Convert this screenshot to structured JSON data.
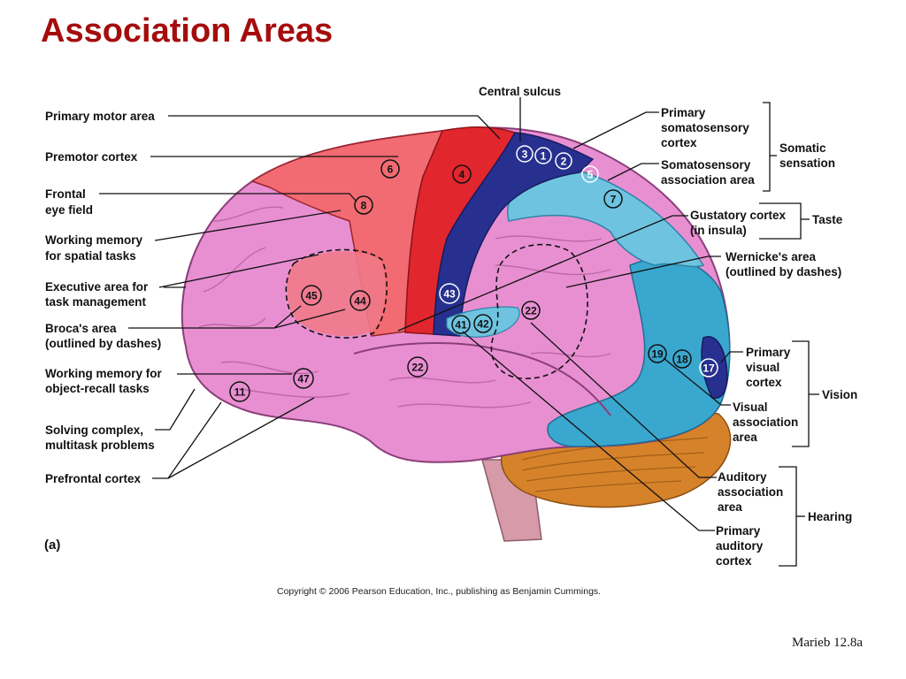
{
  "title": "Association Areas",
  "labels_left": {
    "primary_motor": "Primary motor area",
    "premotor": "Premotor cortex",
    "frontal_eye_1": "Frontal",
    "frontal_eye_2": "eye field",
    "working_spatial_1": "Working memory",
    "working_spatial_2": "for spatial tasks",
    "executive_1": "Executive area for",
    "executive_2": "task management",
    "broca_1": "Broca's area",
    "broca_2": "(outlined by dashes)",
    "working_object_1": "Working memory for",
    "working_object_2": "object-recall tasks",
    "solving_1": "Solving complex,",
    "solving_2": "multitask problems",
    "prefrontal": "Prefrontal cortex"
  },
  "labels_right": {
    "central_sulcus": "Central sulcus",
    "primary_soma_1": "Primary",
    "primary_soma_2": "somatosensory",
    "primary_soma_3": "cortex",
    "soma_assoc_1": "Somatosensory",
    "soma_assoc_2": "association area",
    "somatic_1": "Somatic",
    "somatic_2": "sensation",
    "gustatory_1": "Gustatory cortex",
    "gustatory_2": "(in insula)",
    "taste": "Taste",
    "wernicke_1": "Wernicke's area",
    "wernicke_2": "(outlined by dashes)",
    "primary_visual_1": "Primary",
    "primary_visual_2": "visual",
    "primary_visual_3": "cortex",
    "visual_assoc_1": "Visual",
    "visual_assoc_2": "association",
    "visual_assoc_3": "area",
    "vision": "Vision",
    "auditory_assoc_1": "Auditory",
    "auditory_assoc_2": "association",
    "auditory_assoc_3": "area",
    "primary_auditory_1": "Primary",
    "primary_auditory_2": "auditory",
    "primary_auditory_3": "cortex",
    "hearing": "Hearing"
  },
  "area_numbers": {
    "n6": "6",
    "n4": "4",
    "n8": "8",
    "n3": "3",
    "n1": "1",
    "n2": "2",
    "n5": "5",
    "n7": "7",
    "n45": "45",
    "n44": "44",
    "n43": "43",
    "n41": "41",
    "n42": "42",
    "n22a": "22",
    "n22b": "22",
    "n47": "47",
    "n11": "11",
    "n19": "19",
    "n18": "18",
    "n17": "17"
  },
  "panel_label": "(a)",
  "copyright": "Copyright © 2006 Pearson Education, Inc., publishing as Benjamin Cummings.",
  "credit": "Marieb 12.8a",
  "colors": {
    "title": "#a50d0d",
    "prefrontal_pink": "#e88fd2",
    "motor_red": "#e2262e",
    "premotor_red": "#f26b72",
    "somatosensory_navy": "#27308f",
    "association_blue": "#6ec4e0",
    "visual_blue": "#3aa7cf",
    "cerebellum": "#d5822a"
  }
}
